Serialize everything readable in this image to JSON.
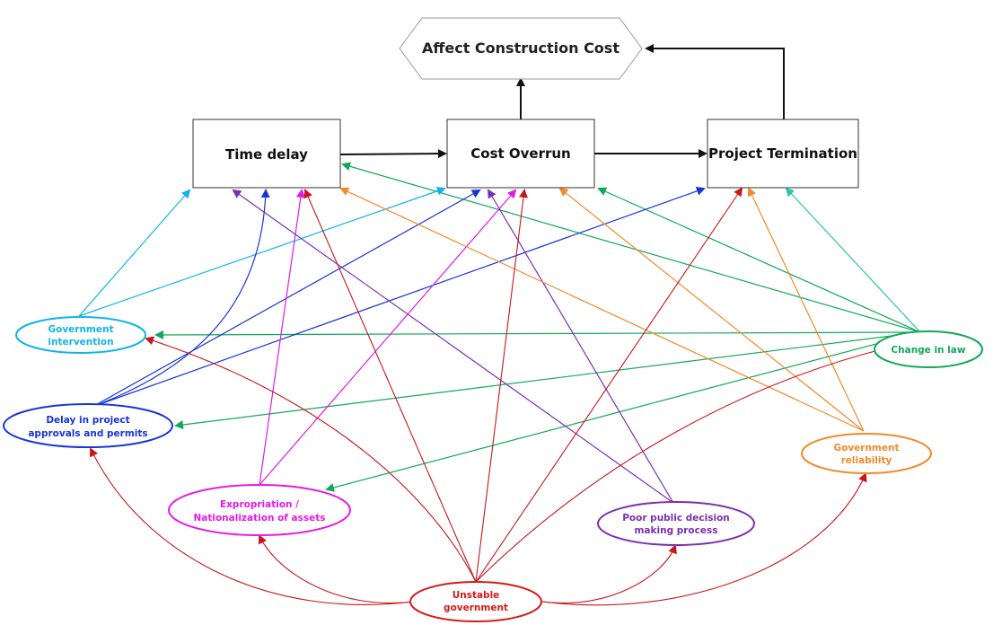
{
  "diagram": {
    "top": {
      "label": "Affect Construction Cost"
    },
    "boxes": {
      "time_delay": {
        "label": "Time delay"
      },
      "cost_overrun": {
        "label": "Cost Overrun"
      },
      "project_termination": {
        "label": "Project Termination"
      }
    },
    "factors": {
      "gov_intervention": {
        "line1": "Government",
        "line2": "intervention",
        "color": "#11b4e8"
      },
      "delay_approvals": {
        "line1": "Delay in project",
        "line2": "approvals and permits",
        "color": "#1a35d6"
      },
      "expropriation": {
        "line1": "Expropriation /",
        "line2": "Nationalization of assets",
        "color": "#e31ce3"
      },
      "poor_decision": {
        "line1": "Poor public decision",
        "line2": "making process",
        "color": "#7d2fb0"
      },
      "unstable_gov": {
        "line1": "Unstable",
        "line2": "government",
        "color": "#d41b1b"
      },
      "change_in_law": {
        "line1": "Change in law",
        "line2": "",
        "color": "#13a85a"
      },
      "gov_reliability": {
        "line1": "Government",
        "line2": "reliability",
        "color": "#f08a2a"
      }
    },
    "colors": {
      "teal": "#2ec4a6",
      "black": "#111111"
    }
  }
}
